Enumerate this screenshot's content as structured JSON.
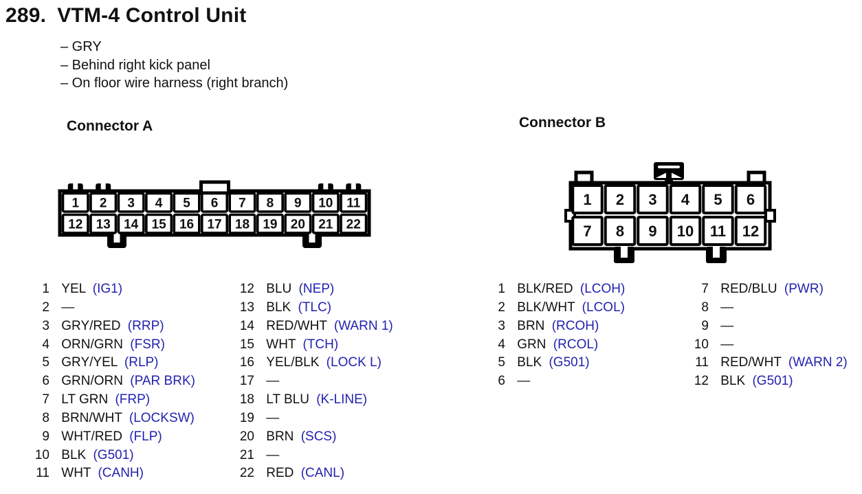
{
  "title": {
    "number": "289.",
    "name": "VTM-4 Control Unit"
  },
  "notes": [
    "– GRY",
    "– Behind right kick panel",
    "– On floor wire harness (right branch)"
  ],
  "colors": {
    "signal_blue": "#2222b0",
    "line_black": "#111111"
  },
  "connector_a": {
    "label": "Connector A",
    "row1_pins": [
      "1",
      "2",
      "3",
      "4",
      "5",
      "6",
      "7",
      "8",
      "9",
      "10",
      "11"
    ],
    "row2_pins": [
      "12",
      "13",
      "14",
      "15",
      "16",
      "17",
      "18",
      "19",
      "20",
      "21",
      "22"
    ],
    "list_col1": [
      {
        "pin": "1",
        "wire": "YEL",
        "signal": "(IG1)"
      },
      {
        "pin": "2",
        "wire": "—",
        "signal": ""
      },
      {
        "pin": "3",
        "wire": "GRY/RED",
        "signal": "(RRP)"
      },
      {
        "pin": "4",
        "wire": "ORN/GRN",
        "signal": "(FSR)"
      },
      {
        "pin": "5",
        "wire": "GRY/YEL",
        "signal": "(RLP)"
      },
      {
        "pin": "6",
        "wire": "GRN/ORN",
        "signal": "(PAR BRK)"
      },
      {
        "pin": "7",
        "wire": "LT GRN",
        "signal": "(FRP)"
      },
      {
        "pin": "8",
        "wire": "BRN/WHT",
        "signal": "(LOCKSW)"
      },
      {
        "pin": "9",
        "wire": "WHT/RED",
        "signal": "(FLP)"
      },
      {
        "pin": "10",
        "wire": "BLK",
        "signal": "(G501)"
      },
      {
        "pin": "11",
        "wire": "WHT",
        "signal": "(CANH)"
      }
    ],
    "list_col2": [
      {
        "pin": "12",
        "wire": "BLU",
        "signal": "(NEP)"
      },
      {
        "pin": "13",
        "wire": "BLK",
        "signal": "(TLC)"
      },
      {
        "pin": "14",
        "wire": "RED/WHT",
        "signal": "(WARN 1)"
      },
      {
        "pin": "15",
        "wire": "WHT",
        "signal": "(TCH)"
      },
      {
        "pin": "16",
        "wire": "YEL/BLK",
        "signal": "(LOCK L)"
      },
      {
        "pin": "17",
        "wire": "—",
        "signal": ""
      },
      {
        "pin": "18",
        "wire": "LT BLU",
        "signal": "(K-LINE)"
      },
      {
        "pin": "19",
        "wire": "—",
        "signal": ""
      },
      {
        "pin": "20",
        "wire": "BRN",
        "signal": "(SCS)"
      },
      {
        "pin": "21",
        "wire": "—",
        "signal": ""
      },
      {
        "pin": "22",
        "wire": "RED",
        "signal": "(CANL)"
      }
    ]
  },
  "connector_b": {
    "label": "Connector B",
    "row1_pins": [
      "1",
      "2",
      "3",
      "4",
      "5",
      "6"
    ],
    "row2_pins": [
      "7",
      "8",
      "9",
      "10",
      "11",
      "12"
    ],
    "list_col1": [
      {
        "pin": "1",
        "wire": "BLK/RED",
        "signal": "(LCOH)"
      },
      {
        "pin": "2",
        "wire": "BLK/WHT",
        "signal": "(LCOL)"
      },
      {
        "pin": "3",
        "wire": "BRN",
        "signal": "(RCOH)"
      },
      {
        "pin": "4",
        "wire": "GRN",
        "signal": "(RCOL)"
      },
      {
        "pin": "5",
        "wire": "BLK",
        "signal": "(G501)"
      },
      {
        "pin": "6",
        "wire": "—",
        "signal": ""
      }
    ],
    "list_col2": [
      {
        "pin": "7",
        "wire": "RED/BLU",
        "signal": "(PWR)"
      },
      {
        "pin": "8",
        "wire": "—",
        "signal": ""
      },
      {
        "pin": "9",
        "wire": "—",
        "signal": ""
      },
      {
        "pin": "10",
        "wire": "—",
        "signal": ""
      },
      {
        "pin": "11",
        "wire": "RED/WHT",
        "signal": "(WARN 2)"
      },
      {
        "pin": "12",
        "wire": "BLK",
        "signal": "(G501)"
      }
    ]
  }
}
